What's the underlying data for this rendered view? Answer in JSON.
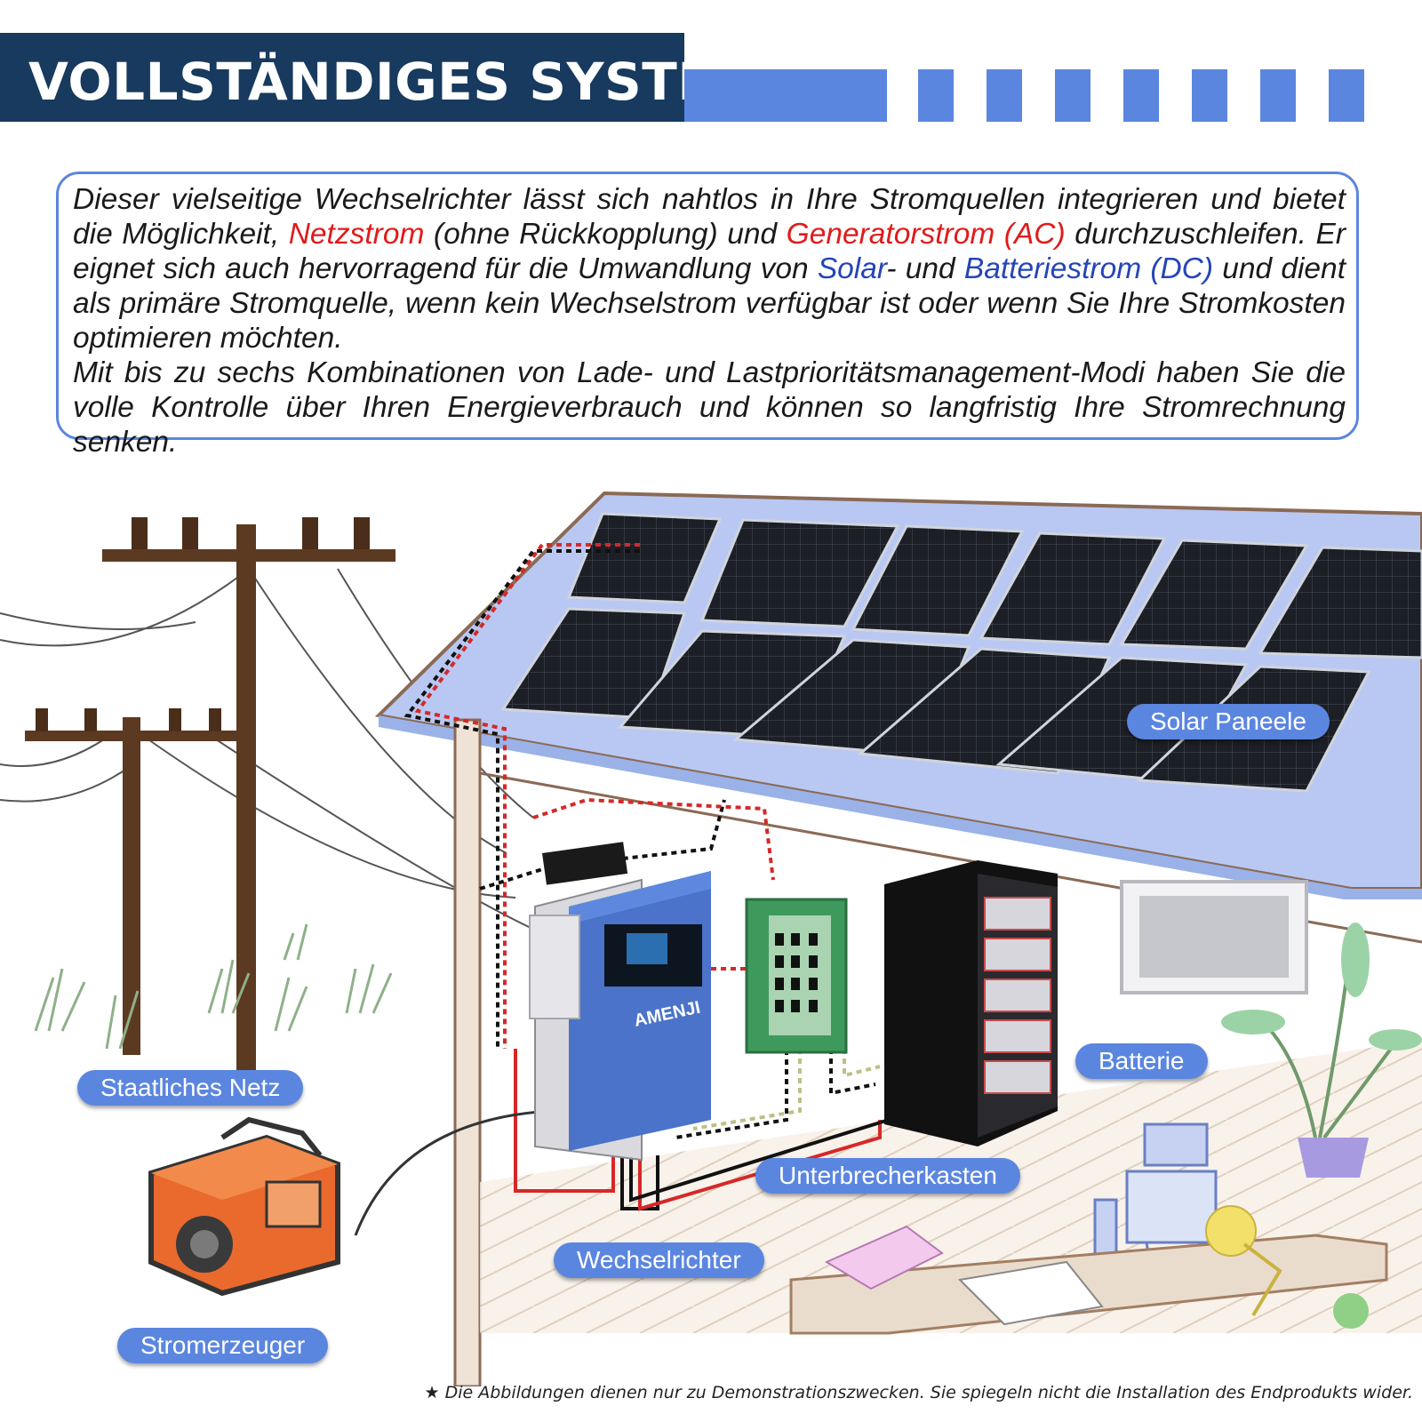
{
  "header": {
    "title": "VOLLSTÄNDIGES SYSTEM"
  },
  "description": {
    "p1_a": "Dieser vielseitige Wechselrichter lässt sich nahtlos in Ihre Stromquellen integrieren und bietet die Möglichkeit, ",
    "p1_grid": "Netzstrom",
    "p1_b": " (ohne Rückkopplung) und ",
    "p1_generator": "Generatorstrom (AC)",
    "p1_c": " durchzuschleifen. Er eignet sich auch hervorragend für die Umwandlung von ",
    "p1_solar": "Solar",
    "p1_d": "- und ",
    "p1_battery": "Batteriestrom (DC)",
    "p1_e": " und dient als primäre Stromquelle, wenn kein Wechselstrom verfügbar ist oder wenn Sie Ihre Stromkosten optimieren möchten.",
    "p2": "Mit bis zu sechs Kombinationen von Lade- und Lastprioritätsmanagement-Modi haben Sie die volle Kontrolle über Ihren Energieverbrauch und können so langfristig Ihre Stromrechnung senken."
  },
  "labels": {
    "solar": "Solar Paneele",
    "grid": "Staatliches Netz",
    "battery": "Batterie",
    "breaker": "Unterbrecherkasten",
    "inverter": "Wechselrichter",
    "generator": "Stromerzeuger"
  },
  "inverter_brand": "AMENJI",
  "footnote": "★ Die Abbildungen dienen nur zu Demonstrationszwecken. Sie spiegeln nicht die Installation des Endprodukts wider.",
  "colors": {
    "header_dark": "#173a5e",
    "accent_blue": "#5b86e0",
    "highlight_red": "#e01b1b",
    "highlight_blue": "#2445b8"
  }
}
